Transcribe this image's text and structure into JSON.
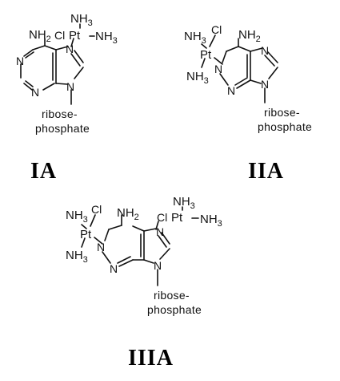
{
  "atoms": {
    "nh3": "NH",
    "three": "3",
    "nh2": "NH",
    "two": "2",
    "pt": "Pt",
    "cl": "Cl",
    "n": "N"
  },
  "substituent": {
    "line1": "ribose-",
    "line2": "phosphate"
  },
  "structures": {
    "ia": {
      "label": "IA"
    },
    "iia": {
      "label": "IIA"
    },
    "iiia": {
      "label": "IIIA"
    }
  }
}
